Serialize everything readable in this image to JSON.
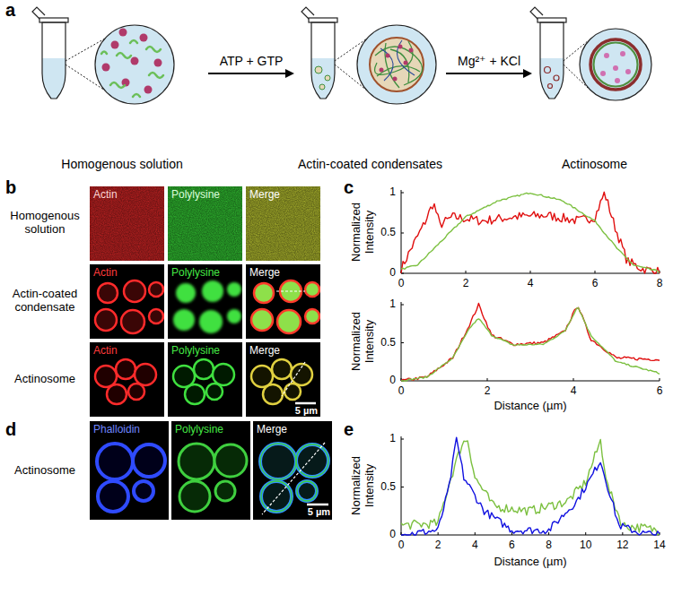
{
  "diagram": {
    "nodes": [
      {
        "text": [
          "Homogenous solution"
        ]
      },
      {
        "text": [
          "Actin-coated condensates"
        ]
      },
      {
        "text": [
          "Actinosome"
        ]
      }
    ],
    "edges": [
      {
        "from": 0,
        "to": 1,
        "label": "ATP + GTP",
        "arrow": "to"
      },
      {
        "from": 1,
        "to": 2,
        "label": "Mg²⁺ + KCl",
        "arrow": "to"
      }
    ],
    "labels": [
      "a",
      "b",
      "c",
      "d",
      "e",
      "Homogenous solution",
      "Actin-coated condensate",
      "Actinosome",
      "Actin",
      "Polylysine",
      "Merge",
      "Actin",
      "Polylysine",
      "Merge",
      "Actin",
      "Polylysine",
      "Merge",
      "5 µm",
      "Normalized Intensity",
      "0",
      "2",
      "4",
      "6",
      "8",
      "0",
      "0.5",
      "1",
      "Normalized Intensity",
      "0",
      "2",
      "4",
      "6",
      "0",
      "0.5",
      "1",
      "Distance (µm)",
      "Actinosome",
      "Phalloidin",
      "Polylysine",
      "Merge",
      "5 µm",
      "Normalized Intensity",
      "0",
      "2",
      "4",
      "6",
      "8",
      "10",
      "12",
      "14",
      "0",
      "0.5",
      "1",
      "Distance (µm)"
    ]
  }
}
